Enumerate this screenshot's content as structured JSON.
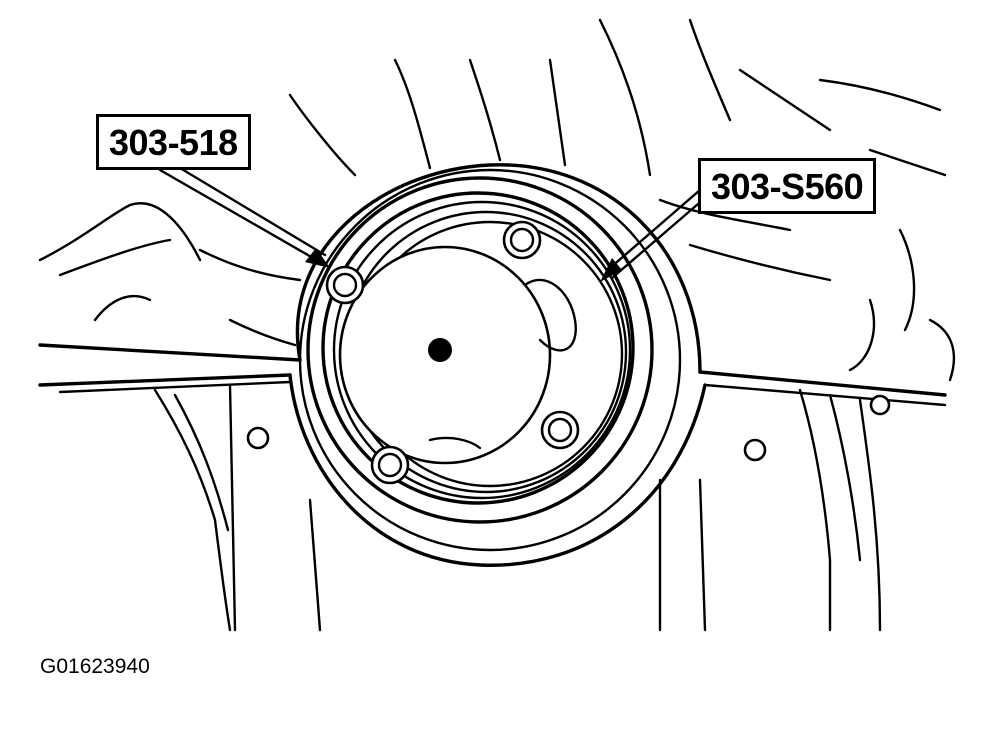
{
  "callouts": [
    {
      "label": "303-518"
    },
    {
      "label": "303-S560"
    }
  ],
  "figure_id": "G01623940",
  "colors": {
    "line": "#000000",
    "background": "#ffffff"
  }
}
